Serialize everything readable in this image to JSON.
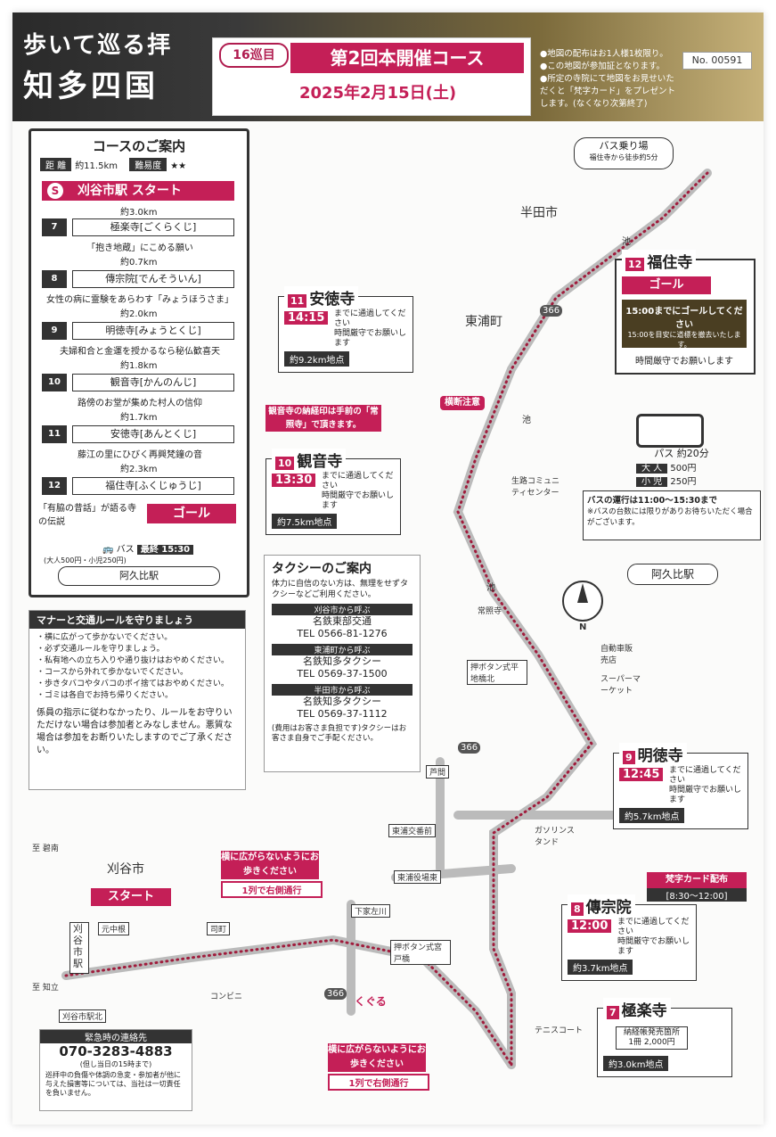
{
  "header": {
    "brand_line1": "歩いて巡る拝",
    "brand_line2": "知多四国",
    "round": "16巡目",
    "course_title": "第2回本開催コース",
    "date": "2025年2月15日(土)",
    "notes": [
      "●地図の配布はお1人様1枚限り。",
      "●この地図が参加証となります。",
      "●所定の寺院にて地図をお見せいただくと「梵字カード」をプレゼントします。(なくなり次第終了)"
    ],
    "serial": "No. 00591"
  },
  "course_panel": {
    "title": "コースのご案内",
    "distance_label": "距 離",
    "distance": "約11.5km",
    "difficulty_label": "難易度",
    "difficulty": "★★",
    "start": "刈谷市駅 スタート",
    "legs": [
      "約3.0km",
      "約0.7km",
      "約2.0km",
      "約1.8km",
      "約1.7km",
      "約2.3km"
    ],
    "temples": [
      {
        "num": "7",
        "name": "極楽寺[ごくらくじ]",
        "desc": "「抱き地蔵」にこめる願い"
      },
      {
        "num": "8",
        "name": "傳宗院[でんそういん]",
        "desc": "女性の病に霊験をあらわす「みょうほうさま」"
      },
      {
        "num": "9",
        "name": "明徳寺[みょうとくじ]",
        "desc": "夫婦和合と金運を授かるなら秘仏歓喜天"
      },
      {
        "num": "10",
        "name": "観音寺[かんのんじ]",
        "desc": "路傍のお堂が集めた村人の信仰"
      },
      {
        "num": "11",
        "name": "安徳寺[あんとくじ]",
        "desc": "藤江の里にひびく再興梵鐘の音"
      },
      {
        "num": "12",
        "name": "福住寺[ふくじゅうじ]",
        "desc": "「有脇の昔話」が語る寺の伝説"
      }
    ],
    "goal": "ゴール",
    "bus": "バス",
    "bus_last": "最終 15:30",
    "bus_fare": "(大人500円・小児250円)",
    "end": "阿久比駅"
  },
  "rules": {
    "title": "マナーと交通ルールを守りましょう",
    "items": [
      "・横に広がって歩かないでください。",
      "・必ず交通ルールを守りましょう。",
      "・私有地への立ち入りや通り抜けはおやめください。",
      "・コースから外れて歩かないでください。",
      "・歩きタバコやタバコのポイ捨てはおやめください。",
      "・ゴミは各自でお持ち帰りください。"
    ],
    "warning": "係員の指示に従わなかったり、ルールをお守りいただけない場合は参加者とみなしません。悪質な場合は参加をお断りいたしますのでご了承ください。"
  },
  "taxi": {
    "title": "タクシーのご案内",
    "intro": "体力に自信のない方は、無理をせずタクシーなどご利用ください。",
    "entries": [
      {
        "from": "刈谷市から呼ぶ",
        "name": "名鉄東部交通",
        "tel": "TEL 0566-81-1276"
      },
      {
        "from": "東浦町から呼ぶ",
        "name": "名鉄知多タクシー",
        "tel": "TEL 0569-37-1500"
      },
      {
        "from": "半田市から呼ぶ",
        "name": "名鉄知多タクシー",
        "tel": "TEL 0569-37-1112"
      }
    ],
    "footer": "(費用はお客さま負担です)タクシーはお客さま自身でご手配ください。"
  },
  "cards": {
    "anto": {
      "num": "11",
      "name": "安徳寺",
      "time": "14:15",
      "sub": "までに通過してください\n時間厳守でお願いします",
      "dist": "約9.2km地点"
    },
    "kannon": {
      "num": "10",
      "name": "観音寺",
      "time": "13:30",
      "sub": "までに通過してください\n時間厳守でお願いします",
      "dist": "約7.5km地点"
    },
    "meitoku": {
      "num": "9",
      "name": "明徳寺",
      "time": "12:45",
      "sub": "までに通過してください\n時間厳守でお願いします",
      "dist": "約5.7km地点"
    },
    "densou": {
      "num": "8",
      "name": "傳宗院",
      "time": "12:00",
      "sub": "までに通過してください\n時間厳守でお願いします",
      "dist": "約3.7km地点"
    },
    "gokuraku": {
      "num": "7",
      "name": "極楽寺",
      "sub": "納経帳発売箇所\n1冊 2,000円",
      "dist": "約3.0km地点"
    }
  },
  "fukuju": {
    "num": "12",
    "name": "福住寺",
    "goal": "ゴール",
    "deadline": "15:00までにゴールしてください",
    "note": "15:00を目安に道標を撤去いたします。",
    "strict": "時間厳守でお願いします"
  },
  "bus": {
    "stop": "バス乗り場",
    "stop_sub": "福住寺から徒歩約5分",
    "ride": "パス 約20分",
    "adult_label": "大 人",
    "adult": "500円",
    "child_label": "小 児",
    "child": "250円",
    "service": "バスの運行は11:00～15:30まで",
    "service_note": "※バスの台数には限りがありお待ちいただく場合がございます。",
    "end": "阿久比駅"
  },
  "banners": {
    "kannon_stamp": "観音寺の納経印は手前の「常照寺」で頂きます。",
    "sanskrit": "梵字カード配布",
    "sanskrit_time": "[8:30～12:00]",
    "single_file1": "横に広がらないようにお歩きください",
    "single_file1b": "1列で右側通行",
    "single_file2": "横に広がらないようにお歩きください",
    "single_file2b": "1列で右側通行",
    "crossing": "横断注意",
    "start": "スタート"
  },
  "map_labels": {
    "handa": "半田市",
    "higashiura": "東浦町",
    "kariya": "刈谷市",
    "community": "生路コミュニティセンター",
    "josho": "常照寺",
    "driving": "自動車販売店",
    "super": "スーパーマーケット",
    "oshi1": "押ボタン式平地橋北",
    "ashima": "芦間",
    "koban": "東浦交番前",
    "gas": "ガソリンスタンド",
    "yakuba": "東浦役場東",
    "shimoke": "下家左川",
    "oshi2": "押ボタン式宮戸橋",
    "motonaka": "元中根",
    "tsukasa": "司町",
    "conv": "コンビニ",
    "kuguru": "くぐる",
    "tennis": "テニスコート",
    "kariya_st": "刈谷市駅",
    "kariya_north": "刈谷市駅北",
    "to_hekinan": "至 碧南",
    "to_chiryu": "至 知立",
    "ike": "池",
    "route": "366",
    "compass": "N"
  },
  "emergency": {
    "title": "緊急時の連絡先",
    "tel": "070-3283-4883",
    "sub": "(但し当日の15時まで)",
    "fine": "巡拝中の負傷や体調の急変・参加者が他に与えた損害等については、当社は一切責任を負いません。"
  }
}
